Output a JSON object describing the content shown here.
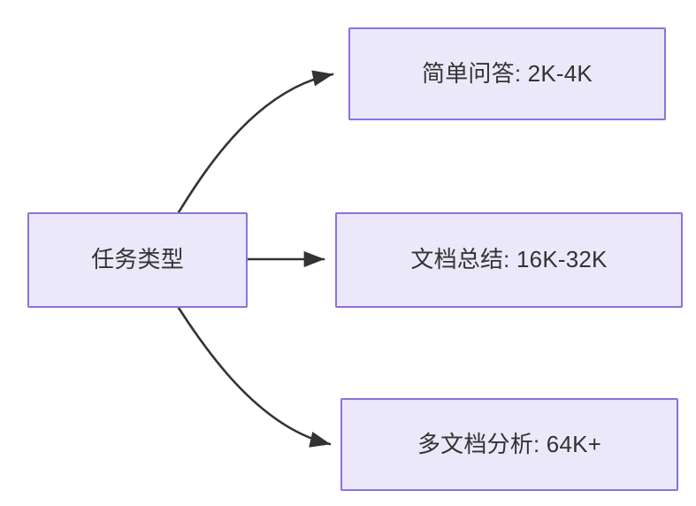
{
  "diagram": {
    "type": "flowchart",
    "direction": "left-to-right",
    "background_color": "#ffffff",
    "node_fill_color": "#ebe8fa",
    "node_border_color": "#9070db",
    "node_text_color": "#333333",
    "edge_color": "#333333",
    "root": {
      "id": "task-type",
      "label": "任务类型"
    },
    "branches": [
      {
        "id": "simple-qa",
        "label": "简单问答: 2K-4K",
        "task": "简单问答",
        "context_range": "2K-4K",
        "edge_style": "curved-up",
        "arrowhead": "solid-triangle"
      },
      {
        "id": "doc-summary",
        "label": "文档总结: 16K-32K",
        "task": "文档总结",
        "context_range": "16K-32K",
        "edge_style": "straight",
        "arrowhead": "solid-triangle"
      },
      {
        "id": "multi-doc",
        "label": "多文档分析: 64K+",
        "task": "多文档分析",
        "context_range": "64K+",
        "edge_style": "curved-down",
        "arrowhead": "solid-triangle"
      }
    ]
  }
}
